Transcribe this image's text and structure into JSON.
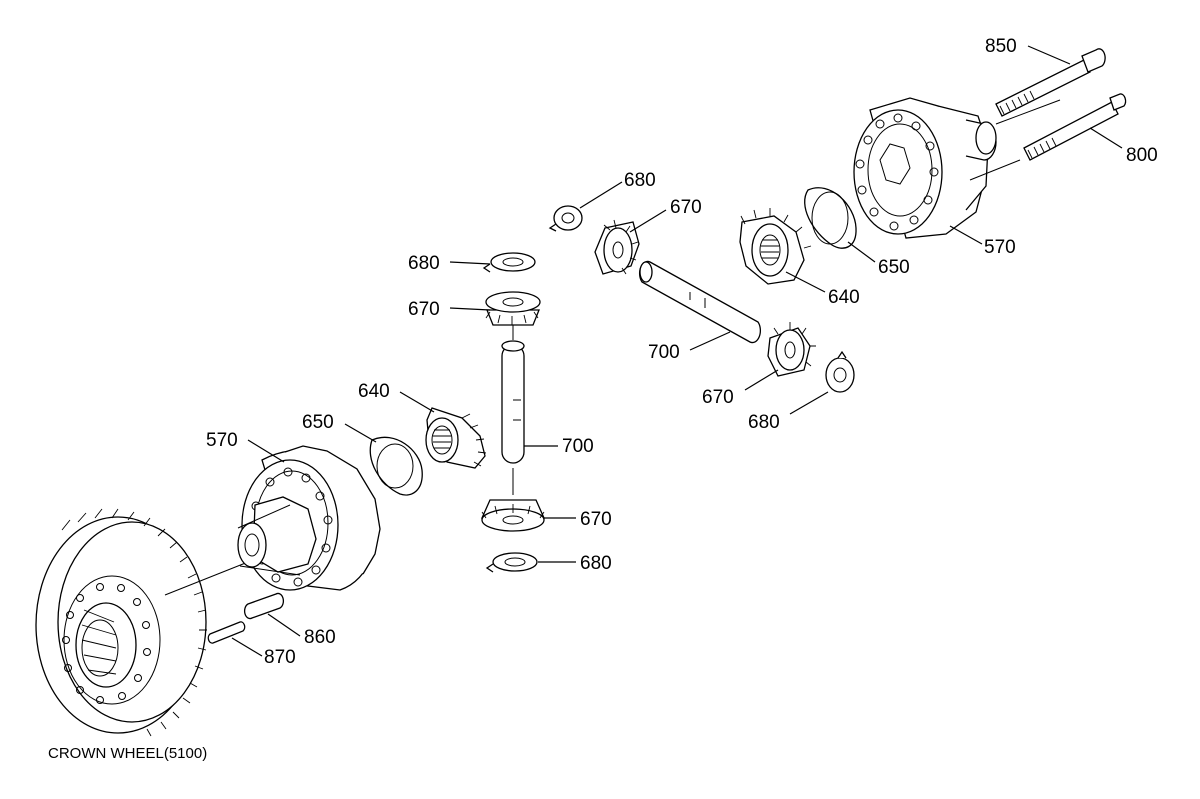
{
  "caption": "CROWN WHEEL(5100)",
  "callouts": {
    "c850": "850",
    "c800": "800",
    "c570_right": "570",
    "c650_right": "650",
    "c640_right": "640",
    "c680_top": "680",
    "c670_top": "670",
    "c700_right": "700",
    "c670_right_lower": "670",
    "c680_right_lower": "680",
    "c680_left": "680",
    "c670_left": "670",
    "c640_left": "640",
    "c650_left": "650",
    "c570_left": "570",
    "c700_left": "700",
    "c670_left_lower": "670",
    "c680_left_lower": "680",
    "c860": "860",
    "c870": "870"
  }
}
